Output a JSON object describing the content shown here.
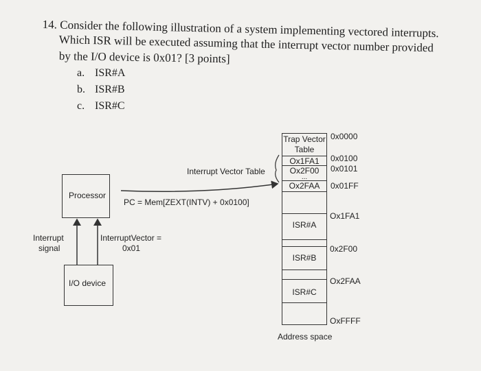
{
  "question": {
    "line1": "14. Consider the following illustration of a system implementing vectored interrupts.",
    "line2": "Which ISR will be executed assuming that the interrupt vector number provided",
    "line3": "by the I/O device is 0x01? [3 points]",
    "options": [
      {
        "letter": "a.",
        "text": "ISR#A"
      },
      {
        "letter": "b.",
        "text": "ISR#B"
      },
      {
        "letter": "c.",
        "text": "ISR#C"
      }
    ]
  },
  "diagram": {
    "processor": "Processor",
    "io_device": "I/O device",
    "interrupt_signal_1": "Interrupt",
    "interrupt_signal_2": "signal",
    "interrupt_vector_1": "InterruptVector =",
    "interrupt_vector_2": "0x01",
    "pc_formula": "PC = Mem[ZEXT(INTV) + 0x0100]",
    "ivt_label": "Interrupt Vector Table",
    "trap_vector_1": "Trap Vector",
    "trap_vector_2": "Table",
    "entry_1": "Ox1FA1",
    "entry_2": "Ox2F00",
    "dots": "...",
    "entry_3": "Ox2FAA",
    "isr_a": "ISR#A",
    "isr_b": "ISR#B",
    "isr_c": "ISR#C",
    "addr_0000": "0x0000",
    "addr_0100": "0x0100",
    "addr_0101": "0x0101",
    "addr_01ff": "0x01FF",
    "addr_1fa1": "Ox1FA1",
    "addr_2f00": "0x2F00",
    "addr_2faa": "Ox2FAA",
    "addr_ffff": "OxFFFF",
    "address_space": "Address space"
  }
}
